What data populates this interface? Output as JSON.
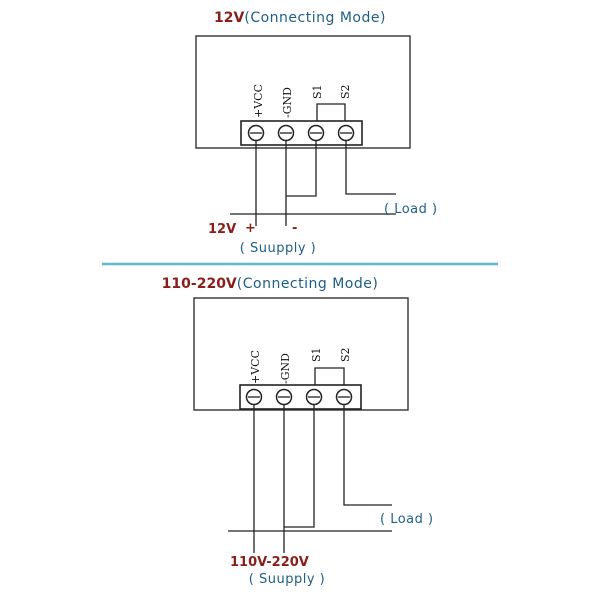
{
  "colors": {
    "voltage_red": "#8a1f1a",
    "label_blue": "#1f5f86",
    "separator_cyan": "#5cb8cc",
    "line": "#222222"
  },
  "diagrams": [
    {
      "title_voltage": "12V",
      "title_mode": "(Connecting Mode)",
      "terminals": [
        "+VCC",
        "-GND",
        "S1",
        "S2"
      ],
      "load_label": "( Load )",
      "supply_voltage": "12V",
      "plus_mark": "+",
      "minus_mark": "-",
      "supply_label": "( Suupply )"
    },
    {
      "title_voltage": "110-220V",
      "title_mode": "(Connecting Mode)",
      "terminals": [
        "+VCC",
        "-GND",
        "S1",
        "S2"
      ],
      "load_label": "( Load )",
      "supply_voltage": "110V-220V",
      "supply_label": "( Suupply )"
    }
  ]
}
